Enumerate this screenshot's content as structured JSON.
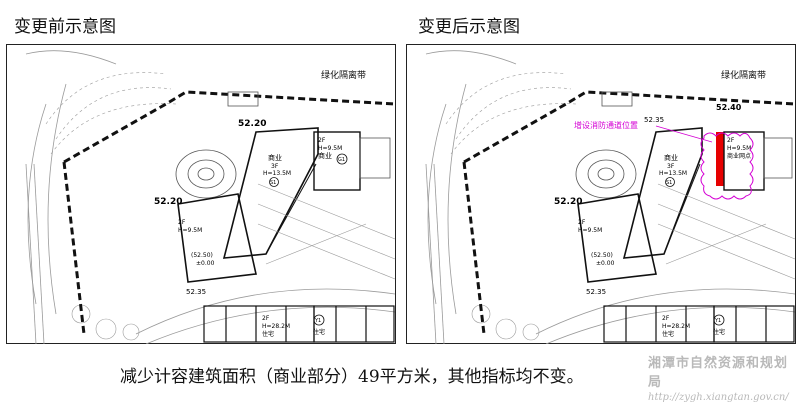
{
  "titles": {
    "before": "变更前示意图",
    "after": "变更后示意图"
  },
  "caption": "减少计容建筑面积（商业部分）49平方米，其他指标均不变。",
  "watermark": {
    "name": "湘潭市自然资源和规划局",
    "url": "http://zygh.xiangtan.gov.cn/"
  },
  "before": {
    "green_belt": "绿化隔离带",
    "elev_top": "52.20",
    "elev_left": "52.20",
    "elev_bottom": "52.35",
    "commercial_tag": "商业",
    "commercial_floors": "3F",
    "commercial_height": "H=13.5M",
    "commercial_id": "S1",
    "annex_floors": "2F",
    "annex_height": "H=9.5M",
    "annex_use": "商业",
    "annex_id": "G1",
    "left_block_floors": "2F",
    "left_block_height": "H=9.5M",
    "elev_block": "(52.50)",
    "elev_zero": "±0.00",
    "res1_floors": "2F",
    "res1_height": "H=28.2M",
    "res1_use": "住宅",
    "res2_use": "住宅",
    "res2_id": "Y1"
  },
  "after": {
    "green_belt": "绿化隔离带",
    "elev_top": "52.40",
    "elev_mid": "52.35",
    "elev_left": "52.20",
    "elev_bottom": "52.35",
    "annotation": "增设消防通道位置",
    "commercial_tag": "商业",
    "commercial_floors": "3F",
    "commercial_height": "H=13.5M",
    "commercial_id": "S1",
    "annex_floors": "2F",
    "annex_height": "H=9.5M",
    "annex_use": "商业网点",
    "left_block_floors": "2F",
    "left_block_height": "H=9.5M",
    "elev_block": "(52.50)",
    "elev_zero": "±0.00",
    "res1_floors": "2F",
    "res1_height": "H=28.2M",
    "res1_use": "住宅",
    "res2_use": "住宅",
    "res2_id": "Y1"
  },
  "colors": {
    "fire_lane": "#e60000",
    "annotation": "#d400d4",
    "line": "#111111",
    "faint": "#9a9a9a"
  }
}
